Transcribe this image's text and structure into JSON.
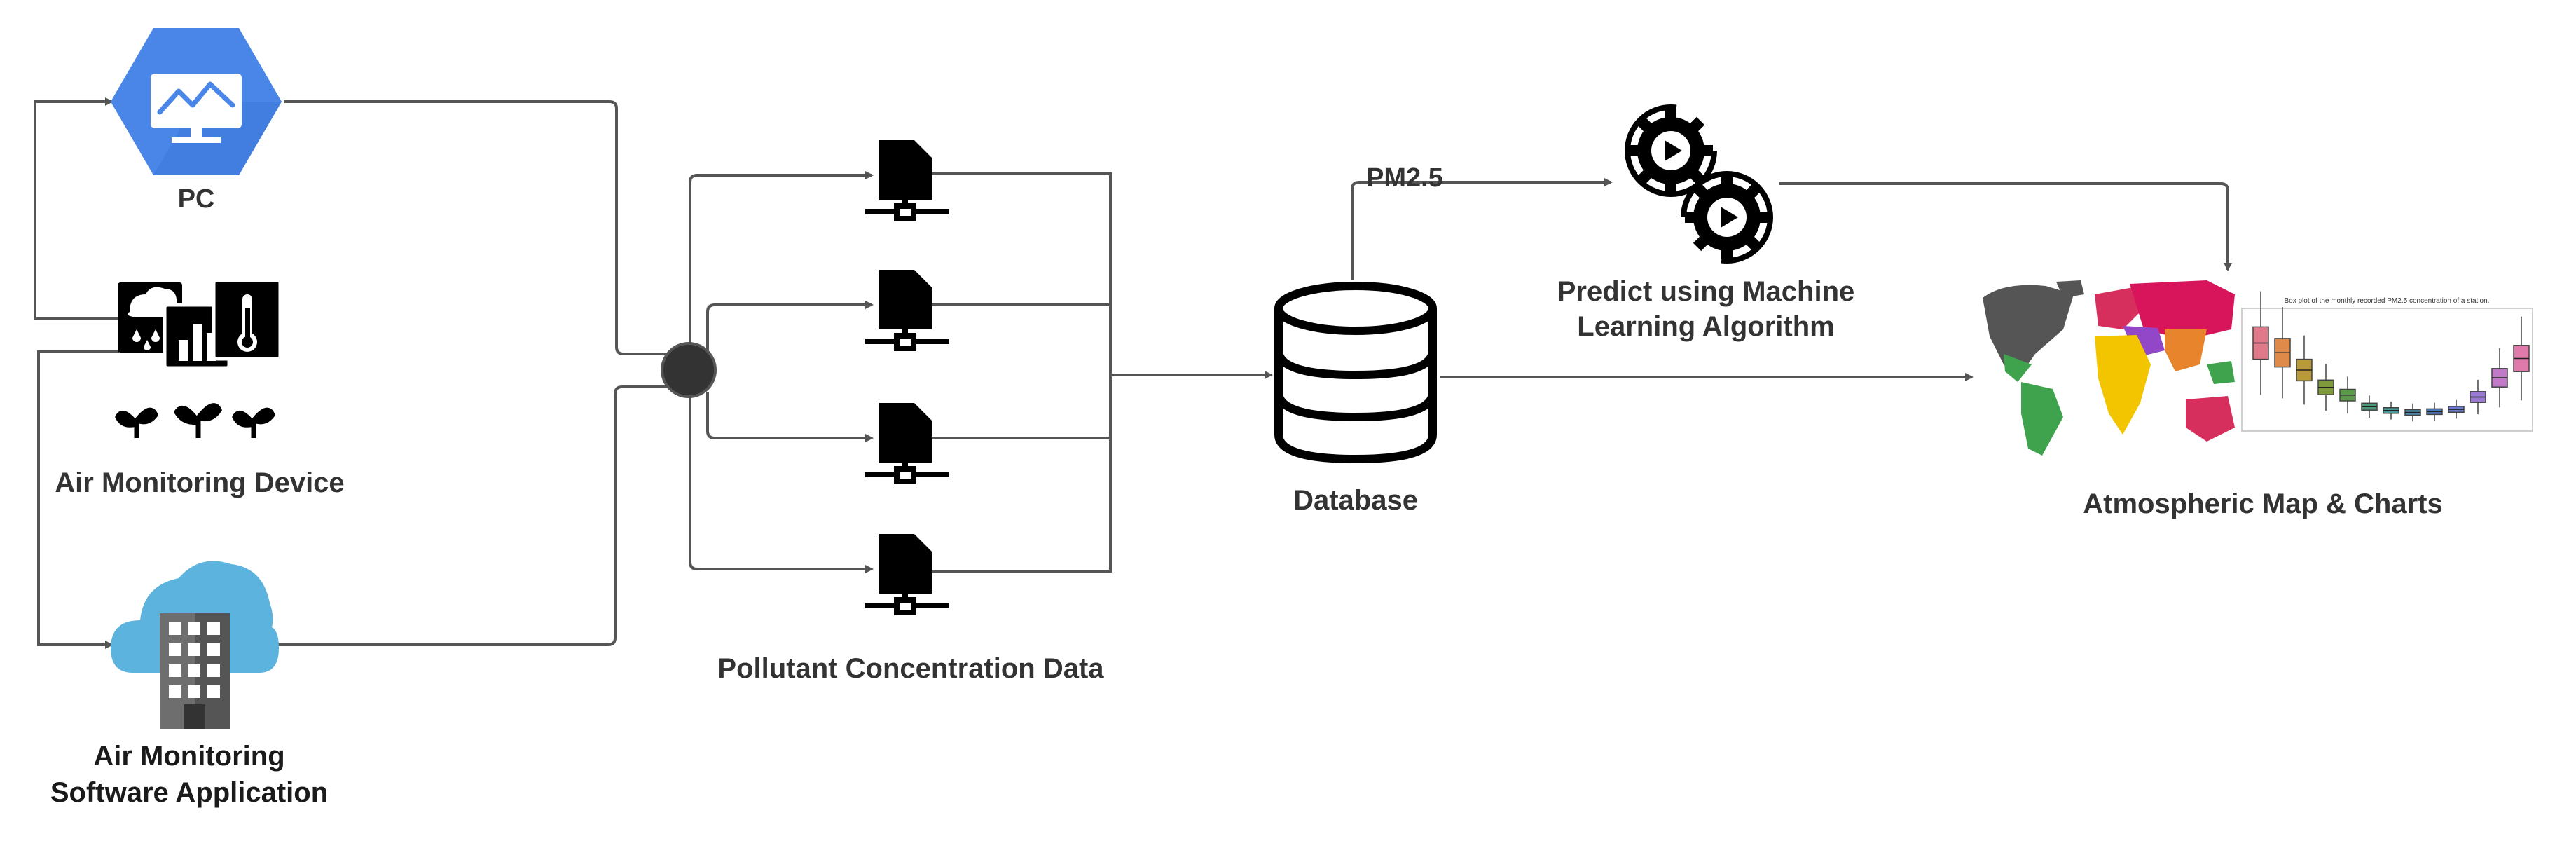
{
  "labels": {
    "pc": "PC",
    "air_device": "Air Monitoring Device",
    "air_software_line1": "Air Monitoring",
    "air_software_line2": "Software Application",
    "pollutant": "Pollutant Concentration Data",
    "database": "Database",
    "pm25": "PM2.5",
    "predict_line1": "Predict using Machine",
    "predict_line2": "Learning Algorithm",
    "atmospheric": "Atmospheric Map & Charts",
    "boxplot_title": "Box plot of the monthly recorded PM2.5 concentration of a station."
  },
  "boxplot": {
    "medians": [
      210,
      185,
      140,
      95,
      75,
      45,
      35,
      30,
      32,
      38,
      70,
      120,
      170
    ]
  },
  "colors": {
    "line": "#555555",
    "pc_hex": "#4A86E8",
    "cloud": "#5BB3DE",
    "hub": "#333333",
    "icon": "#000000"
  }
}
